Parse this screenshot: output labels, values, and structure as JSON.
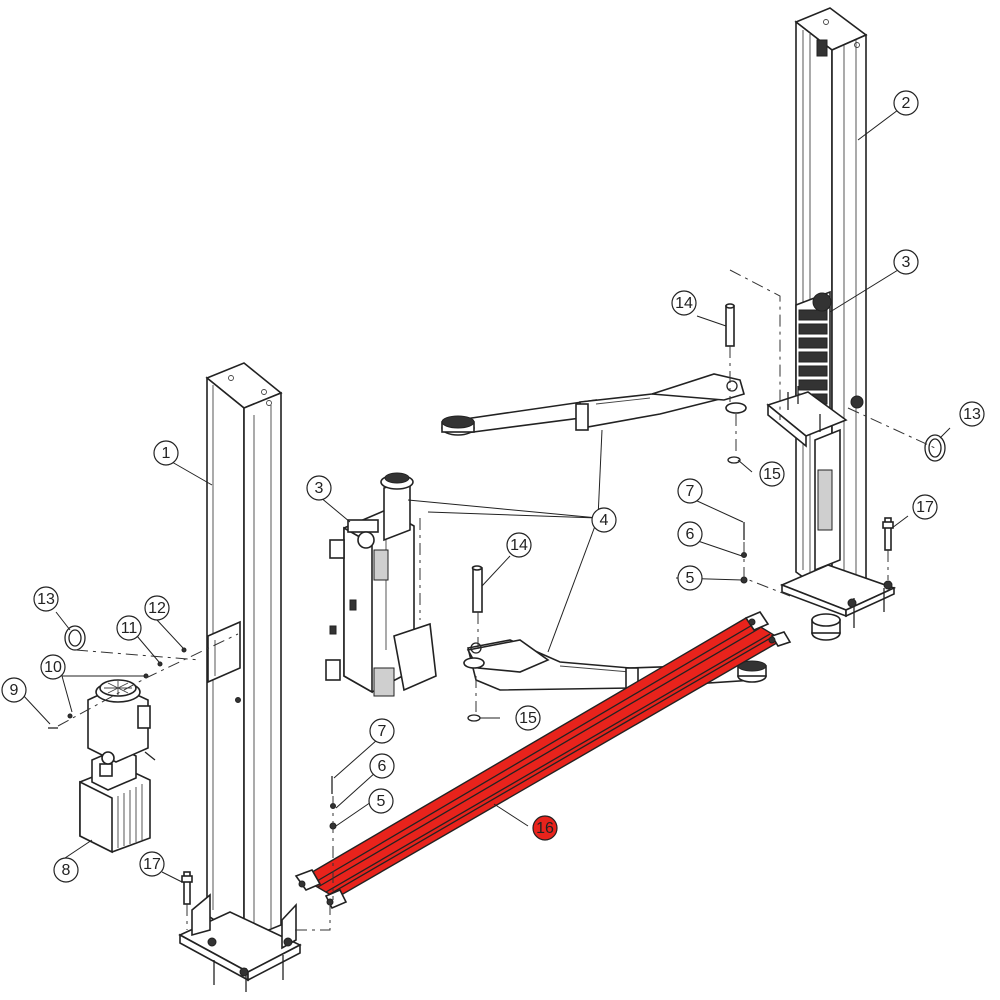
{
  "colors": {
    "highlight": "#e8231c",
    "line": "#222222",
    "background": "#ffffff"
  },
  "callouts": [
    {
      "id": "c1",
      "label": "1"
    },
    {
      "id": "c2",
      "label": "2"
    },
    {
      "id": "c3a",
      "label": "3"
    },
    {
      "id": "c3b",
      "label": "3"
    },
    {
      "id": "c4",
      "label": "4"
    },
    {
      "id": "c5a",
      "label": "5"
    },
    {
      "id": "c5b",
      "label": "5"
    },
    {
      "id": "c6a",
      "label": "6"
    },
    {
      "id": "c6b",
      "label": "6"
    },
    {
      "id": "c7a",
      "label": "7"
    },
    {
      "id": "c7b",
      "label": "7"
    },
    {
      "id": "c8",
      "label": "8"
    },
    {
      "id": "c9",
      "label": "9"
    },
    {
      "id": "c10",
      "label": "10"
    },
    {
      "id": "c11",
      "label": "11"
    },
    {
      "id": "c12",
      "label": "12"
    },
    {
      "id": "c13a",
      "label": "13"
    },
    {
      "id": "c13b",
      "label": "13"
    },
    {
      "id": "c14a",
      "label": "14"
    },
    {
      "id": "c14b",
      "label": "14"
    },
    {
      "id": "c15a",
      "label": "15"
    },
    {
      "id": "c15b",
      "label": "15"
    },
    {
      "id": "c16",
      "label": "16",
      "highlighted": true
    },
    {
      "id": "c17a",
      "label": "17"
    },
    {
      "id": "c17b",
      "label": "17"
    }
  ]
}
